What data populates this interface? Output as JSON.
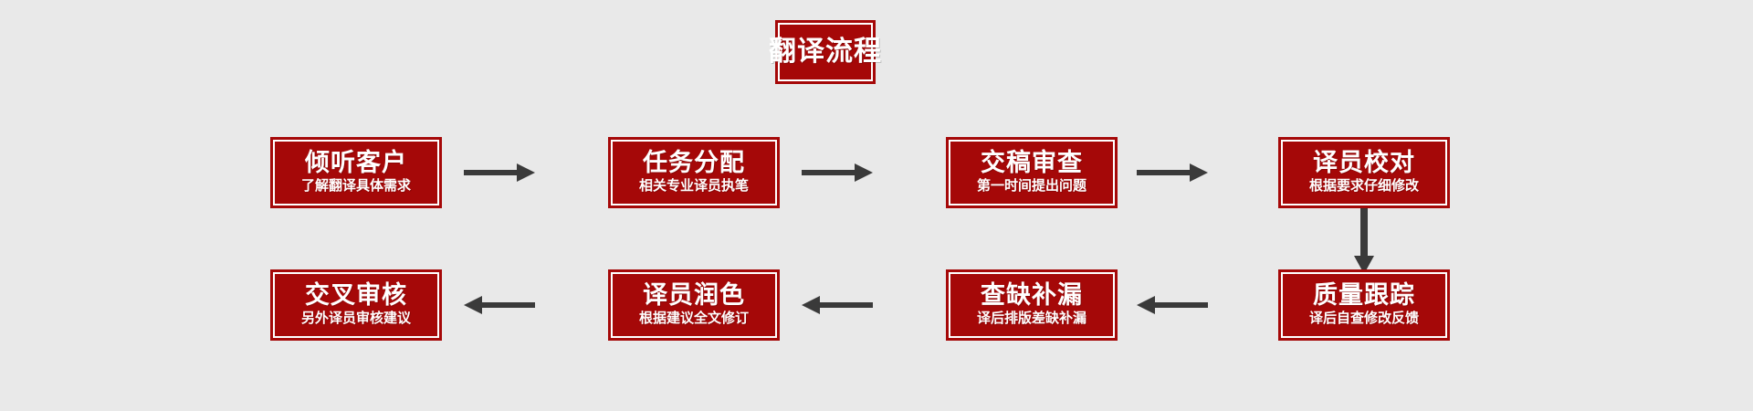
{
  "diagram": {
    "title": {
      "label": "翻译流程"
    },
    "background_color": "#e9e9e9",
    "box_color": "#a50808",
    "arrow_color": "#3a3a3a",
    "text_color": "#ffffff",
    "nodes": [
      {
        "id": "n1",
        "title": "倾听客户",
        "subtitle": "了解翻译具体需求",
        "row": 1,
        "order": 1
      },
      {
        "id": "n2",
        "title": "任务分配",
        "subtitle": "相关专业译员执笔",
        "row": 1,
        "order": 2
      },
      {
        "id": "n3",
        "title": "交稿审查",
        "subtitle": "第一时间提出问题",
        "row": 1,
        "order": 3
      },
      {
        "id": "n4",
        "title": "译员校对",
        "subtitle": "根据要求仔细修改",
        "row": 1,
        "order": 4
      },
      {
        "id": "n5",
        "title": "质量跟踪",
        "subtitle": "译后自查修改反馈",
        "row": 2,
        "order": 1
      },
      {
        "id": "n6",
        "title": "查缺补漏",
        "subtitle": "译后排版差缺补漏",
        "row": 2,
        "order": 2
      },
      {
        "id": "n7",
        "title": "译员润色",
        "subtitle": "根据建议全文修订",
        "row": 2,
        "order": 3
      },
      {
        "id": "n8",
        "title": "交叉审核",
        "subtitle": "另外译员审核建议",
        "row": 2,
        "order": 4
      }
    ],
    "connectors": [
      {
        "id": "a1",
        "from": "n1",
        "to": "n2",
        "direction": "right"
      },
      {
        "id": "a2",
        "from": "n2",
        "to": "n3",
        "direction": "right"
      },
      {
        "id": "a3",
        "from": "n3",
        "to": "n4",
        "direction": "right"
      },
      {
        "id": "a4",
        "from": "n4",
        "to": "n5",
        "direction": "down"
      },
      {
        "id": "a5",
        "from": "n5",
        "to": "n6",
        "direction": "left"
      },
      {
        "id": "a6",
        "from": "n6",
        "to": "n7",
        "direction": "left"
      },
      {
        "id": "a7",
        "from": "n7",
        "to": "n8",
        "direction": "left"
      }
    ]
  }
}
